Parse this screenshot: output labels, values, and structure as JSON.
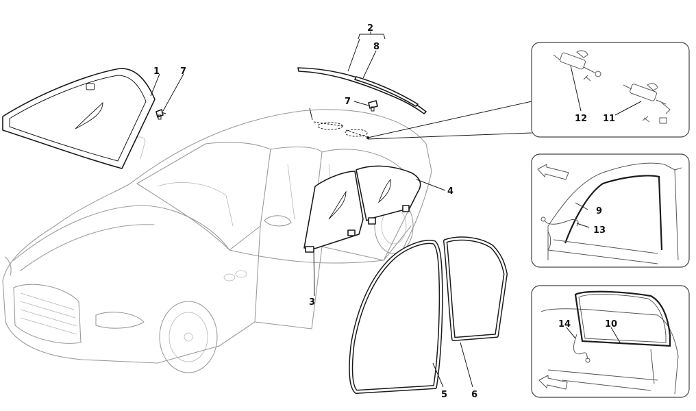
{
  "diagram": {
    "callouts": [
      "1",
      "7",
      "2",
      "8",
      "7",
      "4",
      "3",
      "5",
      "6",
      "12",
      "11",
      "9",
      "13",
      "14",
      "10"
    ]
  },
  "colors": {
    "line": "#1a1a1a",
    "car_outline": "#9a9a9a",
    "background": "#ffffff"
  },
  "icons": {
    "arrow_detail_2": "forward-arrow-icon",
    "arrow_detail_3": "forward-arrow-icon"
  }
}
